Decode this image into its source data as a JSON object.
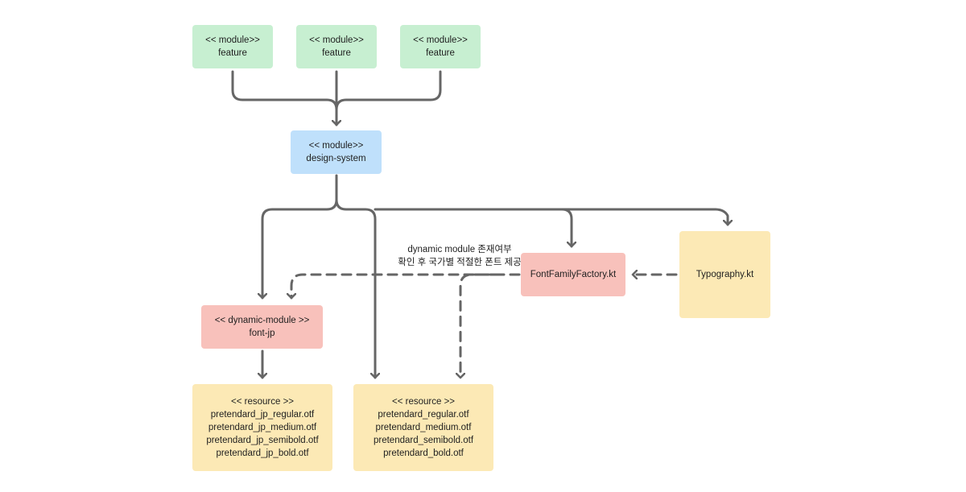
{
  "colors": {
    "feature": "#c7efd1",
    "design_system": "#bfe0fb",
    "factory": "#f8c1bb",
    "resource": "#fce9b5",
    "edge": "#666666"
  },
  "nodes": {
    "feature_1": {
      "lines": [
        "<< module>>",
        "feature"
      ]
    },
    "feature_2": {
      "lines": [
        "<< module>>",
        "feature"
      ]
    },
    "feature_3": {
      "lines": [
        "<< module>>",
        "feature"
      ]
    },
    "design_system": {
      "lines": [
        "<< module>>",
        "design-system"
      ]
    },
    "font_family_factory": {
      "lines": [
        "FontFamilyFactory.kt"
      ]
    },
    "typography": {
      "lines": [
        "Typography.kt"
      ]
    },
    "font_jp": {
      "lines": [
        "<< dynamic-module >>",
        "font-jp"
      ]
    },
    "resource_jp": {
      "lines": [
        "<< resource >>",
        "pretendard_jp_regular.otf",
        "pretendard_jp_medium.otf",
        "pretendard_jp_semibold.otf",
        "pretendard_jp_bold.otf"
      ]
    },
    "resource_default": {
      "lines": [
        "<< resource >>",
        "pretendard_regular.otf",
        "pretendard_medium.otf",
        "pretendard_semibold.otf",
        "pretendard_bold.otf"
      ]
    }
  },
  "annotation": {
    "lines": [
      "dynamic module 존재여부",
      "확인 후 국가별 적절한 폰트 제공"
    ]
  }
}
